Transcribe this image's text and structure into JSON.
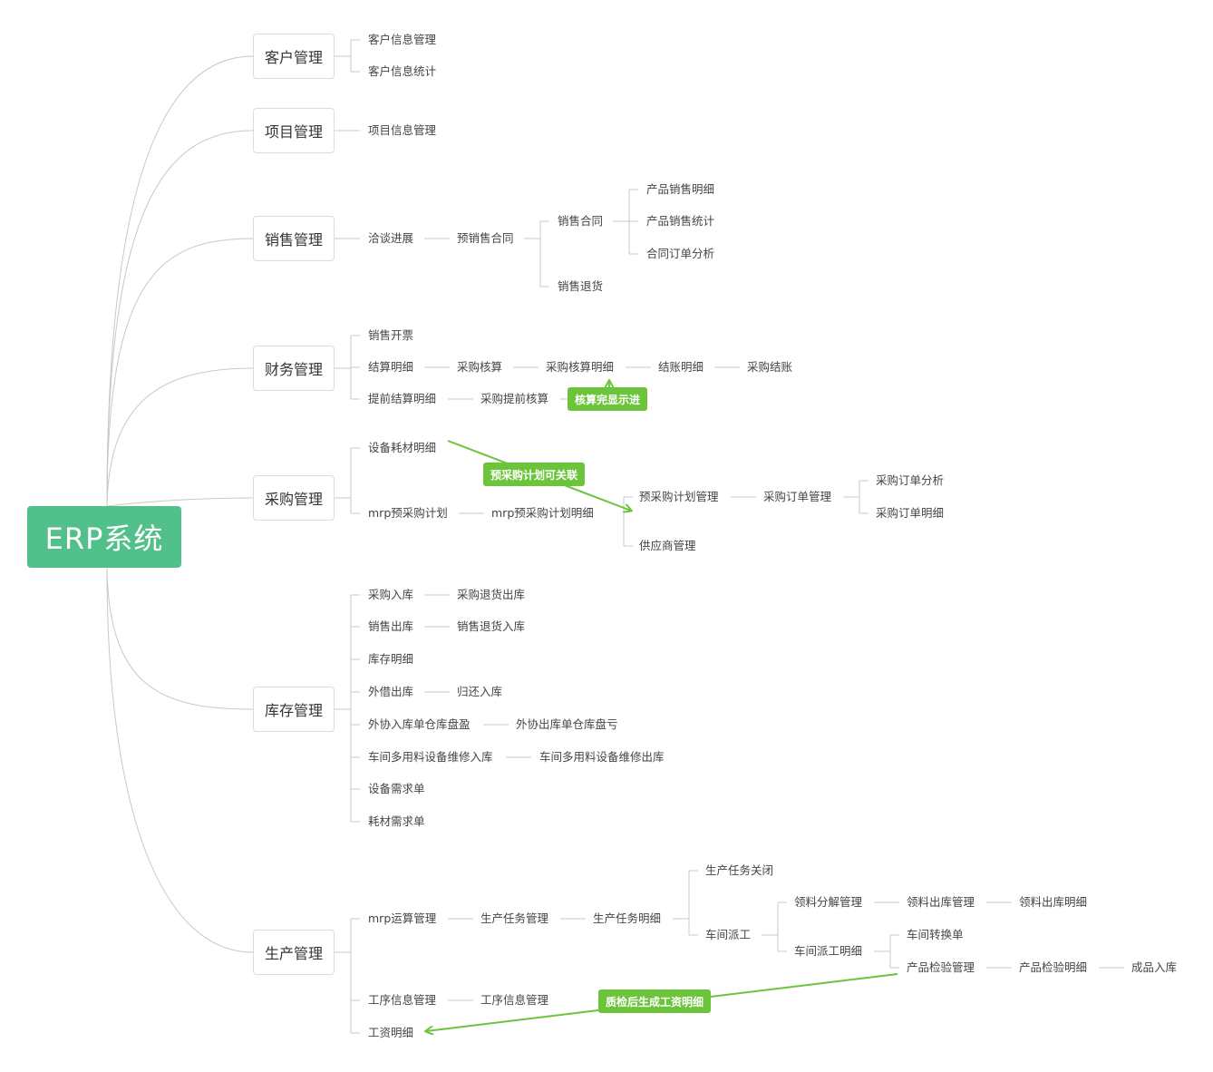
{
  "root": {
    "label": "ERP系统"
  },
  "categories": [
    {
      "label": "客户管理"
    },
    {
      "label": "项目管理"
    },
    {
      "label": "销售管理"
    },
    {
      "label": "财务管理"
    },
    {
      "label": "采购管理"
    },
    {
      "label": "库存管理"
    },
    {
      "label": "生产管理"
    }
  ],
  "nodes": {
    "kh1": "客户信息管理",
    "kh2": "客户信息统计",
    "xm1": "项目信息管理",
    "xs1": "洽谈进展",
    "xs2": "预销售合同",
    "xs3": "销售合同",
    "xs4": "销售退货",
    "xs5": "产品销售明细",
    "xs6": "产品销售统计",
    "xs7": "合同订单分析",
    "cw1": "销售开票",
    "cw2": "结算明细",
    "cw3": "采购核算",
    "cw4": "采购核算明细",
    "cw5": "结账明细",
    "cw6": "采购结账",
    "cw7": "提前结算明细",
    "cw8": "采购提前核算",
    "cg1": "设备耗材明细",
    "cg2": "mrp预采购计划",
    "cg3": "mrp预采购计划明细",
    "cg4": "预采购计划管理",
    "cg5": "供应商管理",
    "cg6": "采购订单管理",
    "cg7": "采购订单分析",
    "cg8": "采购订单明细",
    "kc1": "采购入库",
    "kc2": "采购退货出库",
    "kc3": "销售出库",
    "kc4": "销售退货入库",
    "kc5": "库存明细",
    "kc6": "外借出库",
    "kc7": "归还入库",
    "kc8": "外协入库单仓库盘盈",
    "kc9": "外协出库单仓库盘亏",
    "kc10": "车间多用料设备维修入库",
    "kc11": "车间多用料设备维修出库",
    "kc12": "设备需求单",
    "kc13": "耗材需求单",
    "sc1": "mrp运算管理",
    "sc2": "生产任务管理",
    "sc3": "生产任务明细",
    "sc4": "生产任务关闭",
    "sc5": "车间派工",
    "sc6": "领料分解管理",
    "sc7": "领料出库管理",
    "sc8": "领料出库明细",
    "sc9": "车间派工明细",
    "sc10": "车间转换单",
    "sc11": "产品检验管理",
    "sc12": "产品检验明细",
    "sc13": "成品入库",
    "sc14": "工序信息管理",
    "sc15": "工序信息管理",
    "sc16": "工资明细"
  },
  "callouts": {
    "c1": "核算完显示进",
    "c2": "预采购计划可关联",
    "c3": "质检后生成工资明细"
  },
  "colors": {
    "root": "#52c08b",
    "callout": "#6cc43b",
    "line": "#cccccc"
  }
}
